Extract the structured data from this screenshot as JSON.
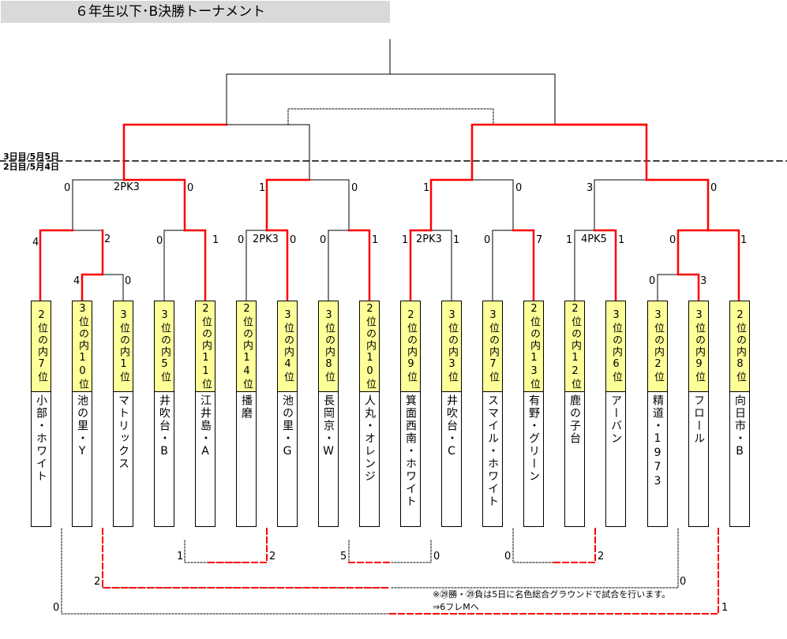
{
  "title": "６年生以下･B決勝トーナメント",
  "day_labels": {
    "day3": "3日目/5月5日",
    "day2": "2日目/5月4日"
  },
  "teams": [
    {
      "seed": "2位の内7位",
      "name": "小部・ホワイト"
    },
    {
      "seed": "3位の内10位",
      "name": "池の里・Y"
    },
    {
      "seed": "3位の内1位",
      "name": "マトリックス"
    },
    {
      "seed": "3位の内5位",
      "name": "井吹台・B"
    },
    {
      "seed": "2位の内11位",
      "name": "江井島・A"
    },
    {
      "seed": "2位の内14位",
      "name": "播磨"
    },
    {
      "seed": "3位の内4位",
      "name": "池の里・G"
    },
    {
      "seed": "3位の内8位",
      "name": "長岡京・W"
    },
    {
      "seed": "2位の内10位",
      "name": "人丸・オレンジ"
    },
    {
      "seed": "2位の内9位",
      "name": "箕面西南・ホワイト"
    },
    {
      "seed": "3位の内3位",
      "name": "井吹台・C"
    },
    {
      "seed": "3位の内7位",
      "name": "スマイル・ホワイト"
    },
    {
      "seed": "2位の内13位",
      "name": "有野・グリーン"
    },
    {
      "seed": "2位の内12位",
      "name": "鹿の子台"
    },
    {
      "seed": "3位の内6位",
      "name": "アーバン"
    },
    {
      "seed": "3位の内2位",
      "name": "精道・1973"
    },
    {
      "seed": "3位の内9位",
      "name": "フロール"
    },
    {
      "seed": "2位の内8位",
      "name": "向日市・B"
    }
  ],
  "scores": {
    "r1a_l": "4",
    "r1a_r": "2",
    "r1b_l": "4",
    "r1b_r": "0",
    "r1c_l": "0",
    "r1c_r": "1",
    "r1d_l": "0",
    "r1d_pk": "2PK3",
    "r1d_r": "0",
    "r1e_l": "0",
    "r1e_r": "1",
    "r1f_l": "1",
    "r1f_pk": "2PK3",
    "r1f_r": "1",
    "r1g_l": "0",
    "r1g_r": "7",
    "r1h_l": "1",
    "r1h_pk": "4PK5",
    "r1h_r": "1",
    "r1i_l": "0",
    "r1i_r": "1",
    "r1j_l": "0",
    "r1j_r": "3",
    "r2a_l": "0",
    "r2a_pk": "2PK3",
    "r2a_r": "0",
    "r2b_l": "1",
    "r2b_r": "0",
    "r2c_l": "1",
    "r2c_r": "0",
    "r2d_l": "3",
    "r2d_r": "0",
    "c1_l": "1",
    "c1_r": "2",
    "c2_l": "5",
    "c2_r": "0",
    "c3_l": "0",
    "c3_r": "2",
    "c4_l": "2",
    "c4_r": "0",
    "c5_l": "0",
    "c5_r": "1"
  },
  "notes": {
    "line1": "※㉙勝・㉙負は5日に名色総合グラウンドで試合を行います。",
    "line2": "⇒6フレMへ"
  },
  "colors": {
    "win_line": "#ff0000",
    "seed_bg": "#ffff99",
    "title_bg": "#d9d9d9"
  }
}
